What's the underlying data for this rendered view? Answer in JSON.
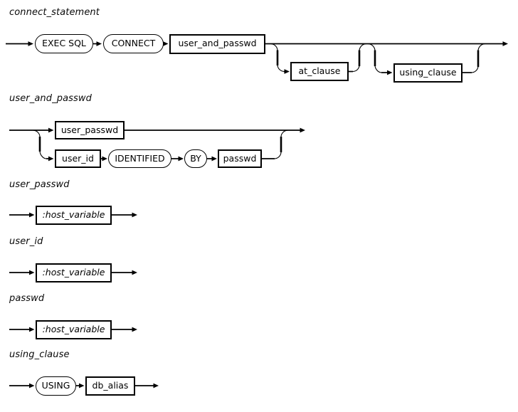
{
  "page": {
    "background": "#ffffff",
    "ink": "#000000"
  },
  "diagrams": [
    {
      "title": "connect_statement",
      "nodes": {
        "exec_sql": "EXEC SQL",
        "connect": "CONNECT",
        "user_and_passwd": "user_and_passwd",
        "at_clause": "at_clause",
        "using_clause": "using_clause"
      }
    },
    {
      "title": "user_and_passwd",
      "nodes": {
        "user_passwd": "user_passwd",
        "user_id": "user_id",
        "identified": "IDENTIFIED",
        "by": "BY",
        "passwd": "passwd"
      }
    },
    {
      "title": "user_passwd",
      "nodes": {
        "host_variable": ":host_variable"
      }
    },
    {
      "title": "user_id",
      "nodes": {
        "host_variable": ":host_variable"
      }
    },
    {
      "title": "passwd",
      "nodes": {
        "host_variable": ":host_variable"
      }
    },
    {
      "title": "using_clause",
      "nodes": {
        "using": "USING",
        "db_alias": "db_alias"
      }
    }
  ]
}
